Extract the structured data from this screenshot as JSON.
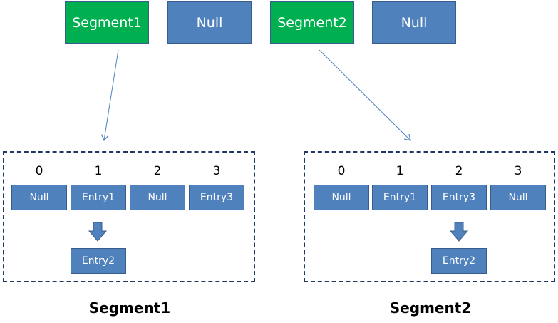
{
  "top_row": [
    {
      "label": "Segment1",
      "color": "#00b050"
    },
    {
      "label": "Null",
      "color": "#4f81bd"
    },
    {
      "label": "Segment2",
      "color": "#00b050"
    },
    {
      "label": "Null",
      "color": "#4f81bd"
    }
  ],
  "segment1": {
    "indices": [
      "0",
      "1",
      "2",
      "3"
    ],
    "cells": [
      "Null",
      "Entry1",
      "Null",
      "Entry3"
    ],
    "chained": "Entry2",
    "caption": "Segment1"
  },
  "segment2": {
    "indices": [
      "0",
      "1",
      "2",
      "3"
    ],
    "cells": [
      "Null",
      "Entry1",
      "Entry3",
      "Null"
    ],
    "chained": "Entry2",
    "caption": "Segment2"
  }
}
